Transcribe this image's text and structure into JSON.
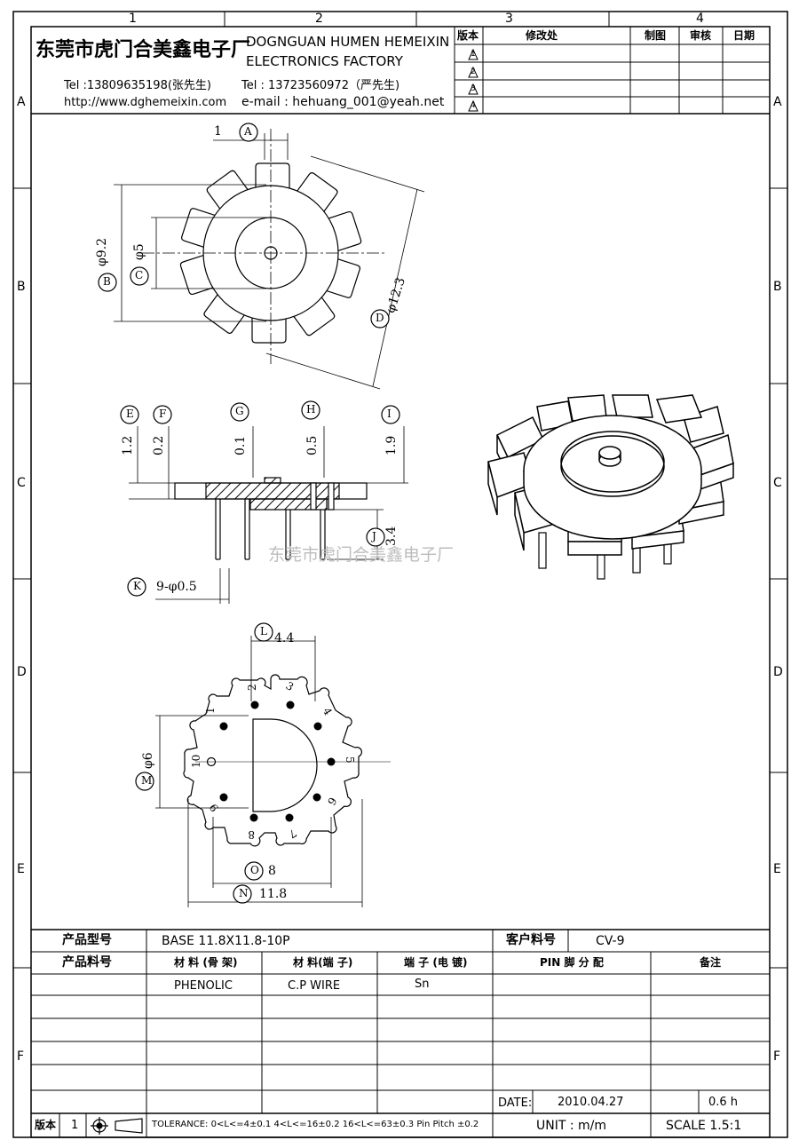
{
  "frame": {
    "col_markers": [
      "1",
      "2",
      "3",
      "4"
    ],
    "row_markers": [
      "A",
      "B",
      "C",
      "D",
      "E",
      "F"
    ]
  },
  "company": {
    "name_cn": "东莞市虎门合美鑫电子厂",
    "name_en_line1": "DOGNGUAN HUMEN HEMEIXIN",
    "name_en_line2": "ELECTRONICS FACTORY",
    "tel1": "Tel :13809635198(张先生)",
    "tel2": "Tel : 13723560972（严先生)",
    "website": "http://www.dghemeixin.com",
    "email": "e-mail : hehuang_001@yeah.net"
  },
  "revision_table": {
    "headers": [
      "版本",
      "修改处",
      "制图",
      "审核",
      "日期"
    ],
    "rows": [
      "1",
      "2",
      "3",
      "4"
    ]
  },
  "drawing": {
    "top_view": {
      "dim_pin": "1",
      "dim_b": "φ9.2",
      "dim_c": "φ5",
      "dim_d": "φ12.3",
      "tags": [
        "A",
        "B",
        "C",
        "D"
      ]
    },
    "side_view": {
      "tags": [
        "E",
        "F",
        "G",
        "H",
        "I",
        "J",
        "K"
      ],
      "dims": [
        "1.2",
        "0.2",
        "0.1",
        "0.5",
        "1.9",
        "3.4"
      ],
      "pins": "9-φ0.5"
    },
    "bottom_view": {
      "tags": [
        "L",
        "M",
        "O",
        "N"
      ],
      "dim_l": "4.4",
      "dim_m": "φ6",
      "dim_o": "8",
      "dim_n": "11.8",
      "pin_numbers": [
        "1",
        "2",
        "3",
        "4",
        "5",
        "6",
        "7",
        "8",
        "9",
        "10"
      ]
    },
    "watermark": "东莞市虎门合美鑫电子厂"
  },
  "info_table": {
    "product_model_label": "产品型号",
    "product_model_value": "BASE 11.8X11.8-10P",
    "customer_part_label": "客户料号",
    "customer_part_value": "CV-9",
    "product_number_label": "产品料号",
    "material_frame_label": "材 料 (骨 架)",
    "material_terminal_label": "材 料(端 子)",
    "terminal_plating_label": "端 子 (电 镀)",
    "pin_assign_label": "PIN 脚 分 配",
    "remarks_label": "备注",
    "material_frame_value": "PHENOLIC",
    "material_terminal_value": "C.P WIRE",
    "terminal_plating_value": "Sn",
    "date_label": "DATE:",
    "date_value": "2010.04.27",
    "date_extra": "0.6 h",
    "unit": "UNIT : m/m",
    "scale": "SCALE  1.5:1",
    "version_label": "版本",
    "version_value": "1",
    "tolerance": "TOLERANCE:  0<L<=4±0.1  4<L<=16±0.2  16<L<=63±0.3  Pin Pitch  ±0.2"
  }
}
